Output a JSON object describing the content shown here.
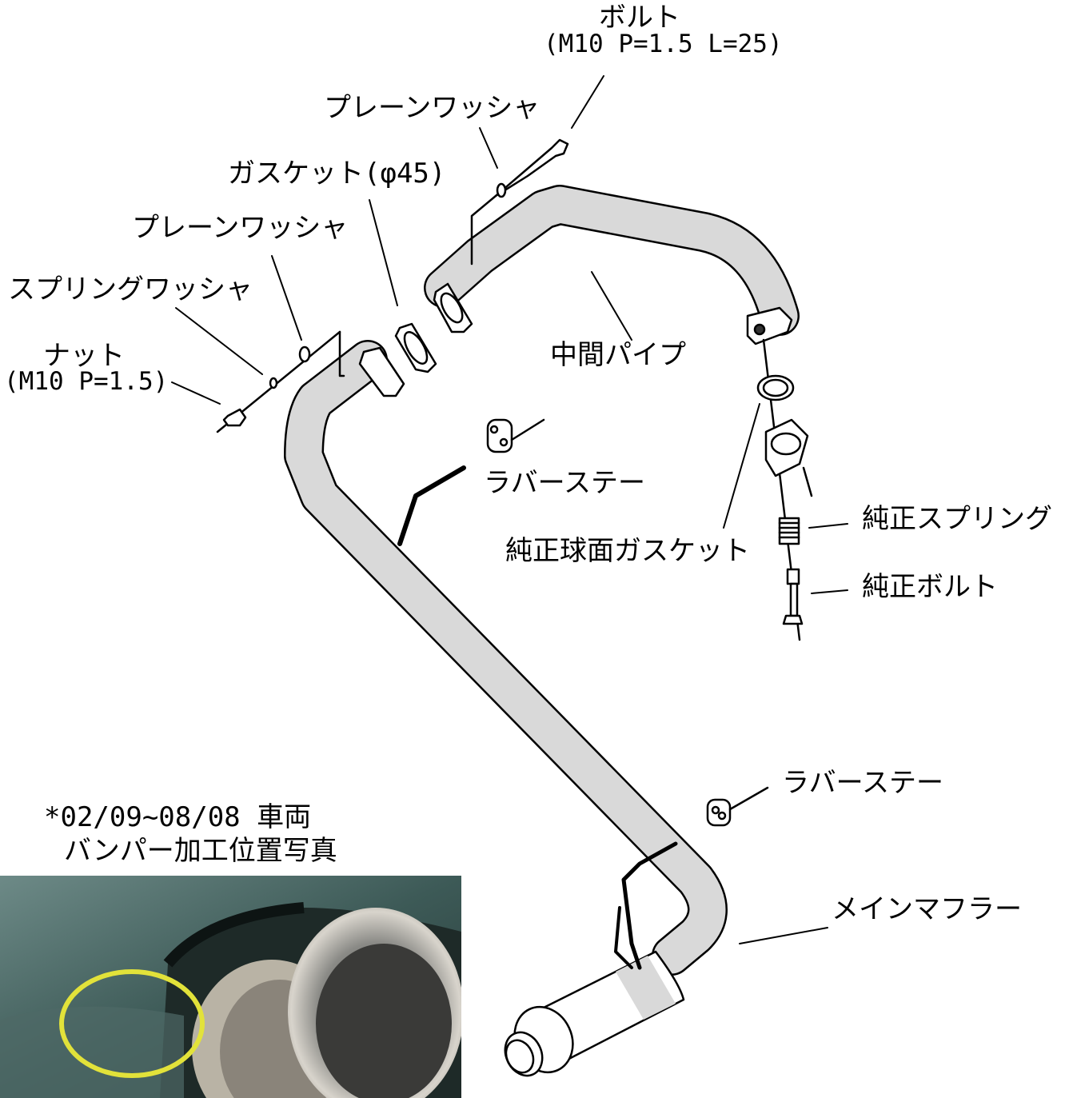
{
  "labels": {
    "bolt": "ボルト",
    "bolt_spec": "(M10 P=1.5 L=25)",
    "plain_washer_top": "プレーンワッシャ",
    "gasket": "ガスケット(φ45)",
    "plain_washer_left": "プレーンワッシャ",
    "spring_washer": "スプリングワッシャ",
    "nut": "ナット",
    "nut_spec": "(M10 P=1.5)",
    "middle_pipe": "中間パイプ",
    "rubber_stay_1": "ラバーステー",
    "rubber_stay_2": "ラバーステー",
    "oem_spring": "純正スプリング",
    "oem_spherical_gasket": "純正球面ガスケット",
    "oem_bolt": "純正ボルト",
    "main_muffler": "メインマフラー"
  },
  "photo": {
    "caption_line1": "*02/09~08/08  車両",
    "caption_line2": "バンパー加工位置写真",
    "highlight_color": "#e2e23a"
  },
  "colors": {
    "pipe_fill": "#d9d9d9",
    "line": "#000000"
  }
}
